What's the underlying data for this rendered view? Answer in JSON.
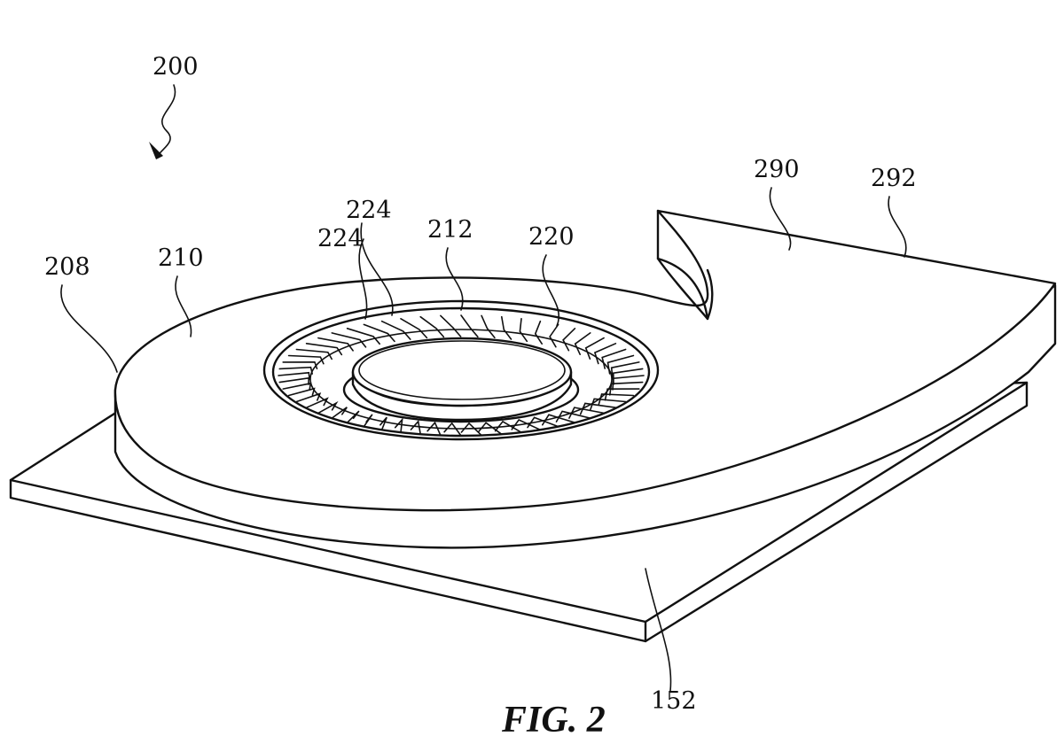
{
  "figure": {
    "caption": "FIG. 2",
    "reference_numerals": {
      "assembly": "200",
      "edge": "208",
      "housing_top": "210",
      "inlet": "212",
      "impeller": "220",
      "blade_a": "224",
      "blade_b": "224",
      "outlet": "290",
      "outlet_surface": "292",
      "base_plate": "152"
    }
  }
}
